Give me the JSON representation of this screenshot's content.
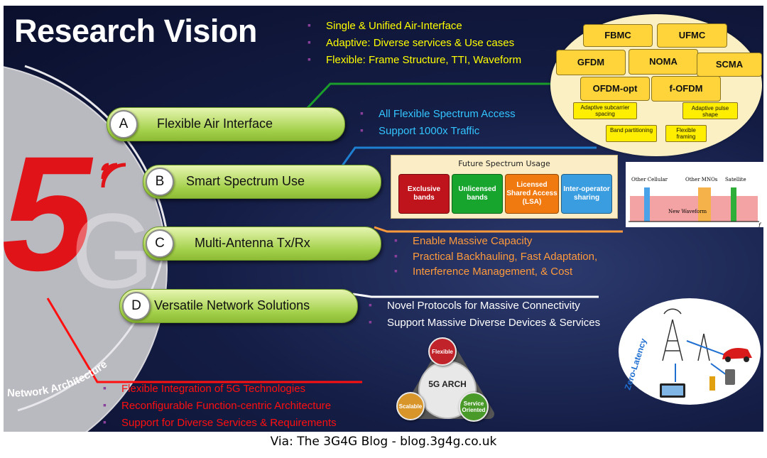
{
  "title": "Research Vision",
  "top_bullets": [
    "Single & Unified Air-Interface",
    "Adaptive: Diverse services & Use cases",
    "Flexible:  Frame Structure, TTI, Waveform"
  ],
  "waveforms": {
    "big": [
      "FBMC",
      "UFMC",
      "GFDM",
      "NOMA",
      "SCMA",
      "OFDM-opt",
      "f-OFDM"
    ],
    "small": [
      "Adaptive subcarrier spacing",
      "Adaptive pulse shape",
      "Band partitioning",
      "Flexible framing"
    ]
  },
  "pillars": [
    {
      "letter": "A",
      "label": "Flexible Air Interface"
    },
    {
      "letter": "B",
      "label": "Smart Spectrum Use"
    },
    {
      "letter": "C",
      "label": "Multi-Antenna Tx/Rx"
    },
    {
      "letter": "D",
      "label": "Versatile Network Solutions"
    }
  ],
  "spectrum_bullets": [
    "All Flexible Spectrum Access",
    "Support 1000x Traffic"
  ],
  "spectrum_panel": {
    "title": "Future Spectrum Usage",
    "boxes": [
      "Exclusive bands",
      "Unlicensed bands",
      "Licensed Shared Access (LSA)",
      "Inter-operator sharing"
    ],
    "colors": [
      "#c0141c",
      "#17a52e",
      "#f07a10",
      "#3a9de0"
    ]
  },
  "waveform_plot": {
    "labels": [
      "Other Cellular",
      "Other MNOs",
      "Satellite",
      "New Waveform",
      "f"
    ]
  },
  "antenna_bullets": [
    "Enable Massive Capacity",
    "Practical Backhauling, Fast Adaptation,",
    "Interference Management, & Cost"
  ],
  "network_bullets": [
    "Novel Protocols for Massive Connectivity",
    "Support Massive Diverse Devices & Services"
  ],
  "architecture_bullets": [
    "Flexible Integration of 5G Technologies",
    "Reconfigurable Function-centric Architecture",
    "Support for Diverse Services & Requirements"
  ],
  "logo": {
    "main": "5",
    "ghost": "G"
  },
  "arc_label": "Network Architecture",
  "arch": {
    "center": "5G ARCH",
    "nodes": [
      "Flexible",
      "Scalable",
      "Service Oriented"
    ]
  },
  "latency_label": "Zero-Latency",
  "footer": "Via: The 3G4G Blog - blog.3g4g.co.uk",
  "colors": {
    "accent_green": "#a3d04a",
    "bullet_yellow": "#ffff00",
    "bullet_cyan": "#33c4ff",
    "bullet_orange": "#ff9a3c",
    "bullet_red": "#ff1010",
    "logo_red": "#e01318"
  }
}
